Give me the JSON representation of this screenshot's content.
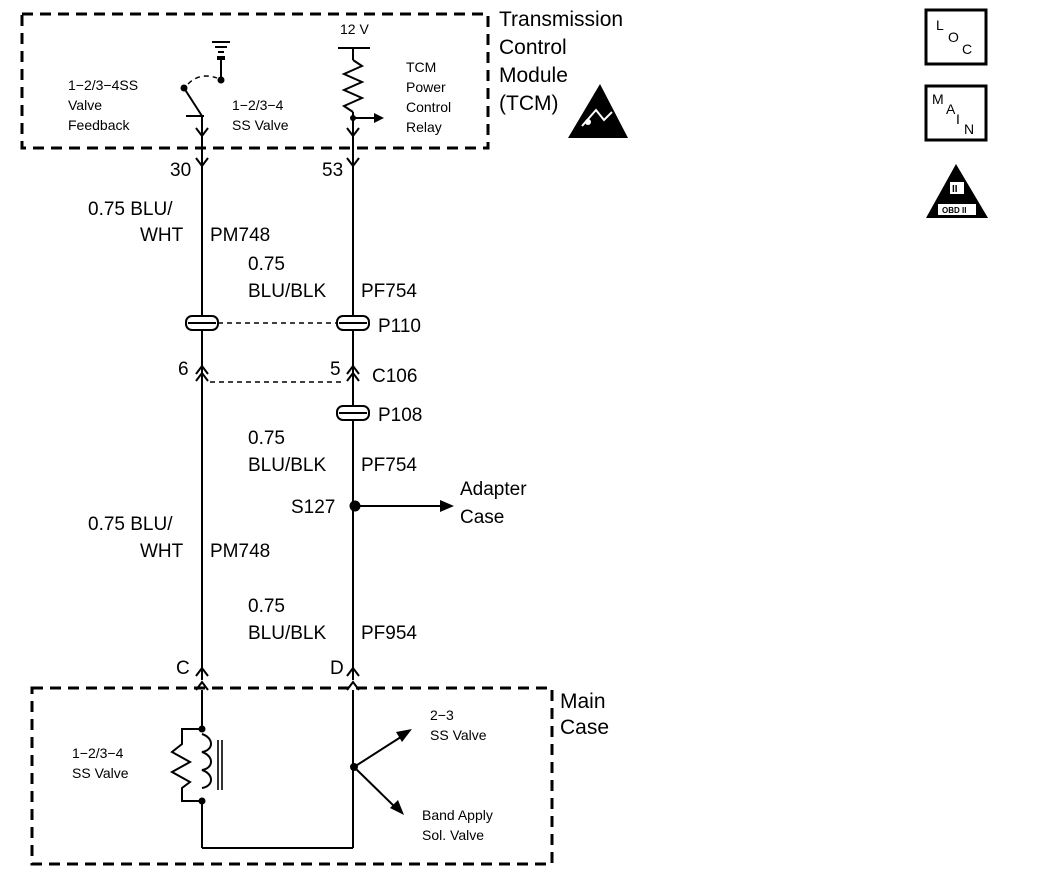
{
  "tcm": {
    "title_line1": "Transmission",
    "title_line2": "Control",
    "title_line3": "Module",
    "title_line4": "(TCM)",
    "voltage": "12 V",
    "feedback_line1": "1−2/3−4SS",
    "feedback_line2": "Valve",
    "feedback_line3": "Feedback",
    "ss_line1": "1−2/3−4",
    "ss_line2": "SS Valve",
    "relay_line1": "TCM",
    "relay_line2": "Power",
    "relay_line3": "Control",
    "relay_line4": "Relay",
    "pin_left": "30",
    "pin_right": "53"
  },
  "badges": {
    "loc_l": "L",
    "loc_o": "O",
    "loc_c": "C",
    "main_m": "M",
    "main_a": "A",
    "main_i": "I",
    "main_n": "N",
    "obd_roman": "II",
    "obd_text": "OBD II"
  },
  "wires": {
    "upper_left_line1": "0.75 BLU/",
    "upper_left_line2": "WHT",
    "upper_left_circuit": "PM748",
    "upper_right_line1": "0.75",
    "upper_right_line2": "BLU/BLK",
    "upper_right_circuit": "PF754",
    "mid_right_line1": "0.75",
    "mid_right_line2": "BLU/BLK",
    "mid_right_circuit": "PF754",
    "lower_left_line1": "0.75 BLU/",
    "lower_left_line2": "WHT",
    "lower_left_circuit": "PM748",
    "lower_right_line1": "0.75",
    "lower_right_line2": "BLU/BLK",
    "lower_right_circuit": "PF954"
  },
  "connectors": {
    "p110": "P110",
    "c106": "C106",
    "c106_pin_left": "6",
    "c106_pin_right": "5",
    "p108": "P108",
    "s127": "S127",
    "adapter_line1": "Adapter",
    "adapter_line2": "Case",
    "pin_c": "C",
    "pin_d": "D"
  },
  "main_case": {
    "title_line1": "Main",
    "title_line2": "Case",
    "solenoid_line1": "1−2/3−4",
    "solenoid_line2": "SS Valve",
    "ss23_line1": "2−3",
    "ss23_line2": "SS Valve",
    "band_line1": "Band Apply",
    "band_line2": "Sol. Valve"
  }
}
